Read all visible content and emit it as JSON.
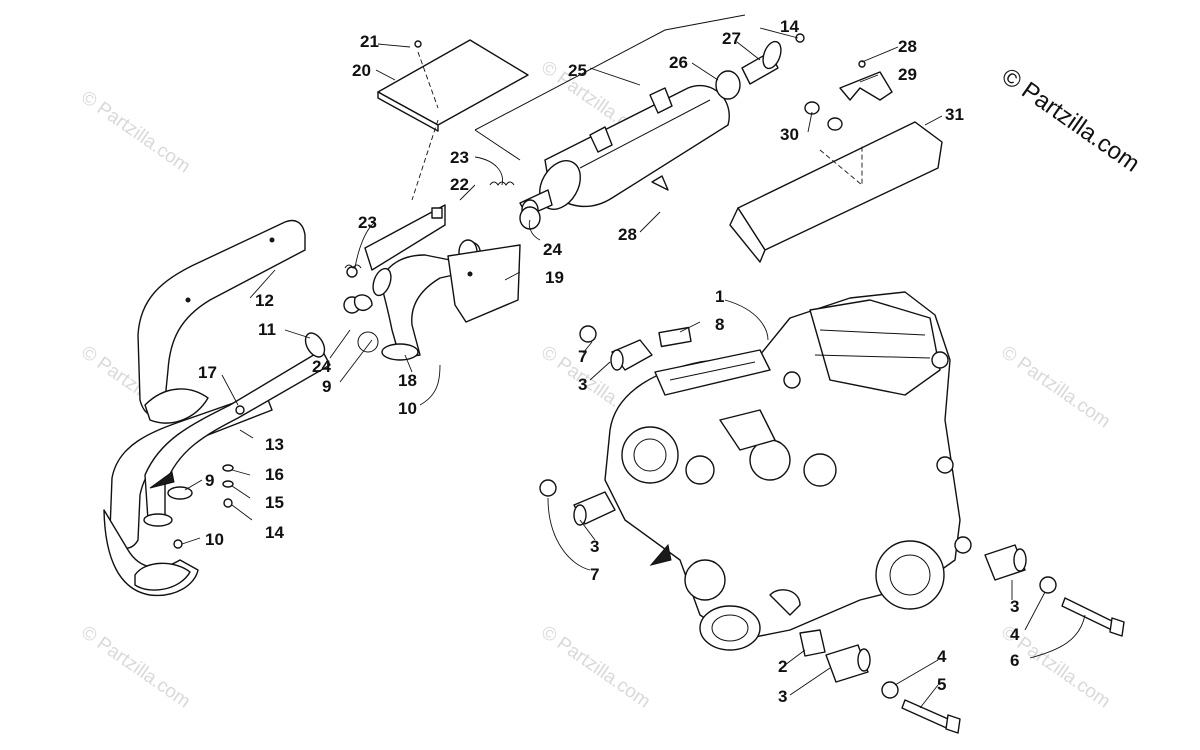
{
  "copyright": "© Partzilla.com",
  "watermark": "© Partzilla.com",
  "callouts": {
    "c1": "1",
    "c2": "2",
    "c3a": "3",
    "c3b": "3",
    "c3c": "3",
    "c3d": "3",
    "c4a": "4",
    "c4b": "4",
    "c5": "5",
    "c6": "6",
    "c7a": "7",
    "c7b": "7",
    "c8": "8",
    "c9a": "9",
    "c9b": "9",
    "c10a": "10",
    "c10b": "10",
    "c11": "11",
    "c12": "12",
    "c13": "13",
    "c14a": "14",
    "c14b": "14",
    "c15": "15",
    "c16": "16",
    "c17": "17",
    "c18": "18",
    "c19": "19",
    "c20": "20",
    "c21": "21",
    "c22": "22",
    "c23a": "23",
    "c23b": "23",
    "c24a": "24",
    "c24b": "24",
    "c25": "25",
    "c26": "26",
    "c27": "27",
    "c28a": "28",
    "c28b": "28",
    "c29": "29",
    "c30": "30",
    "c31": "31"
  }
}
